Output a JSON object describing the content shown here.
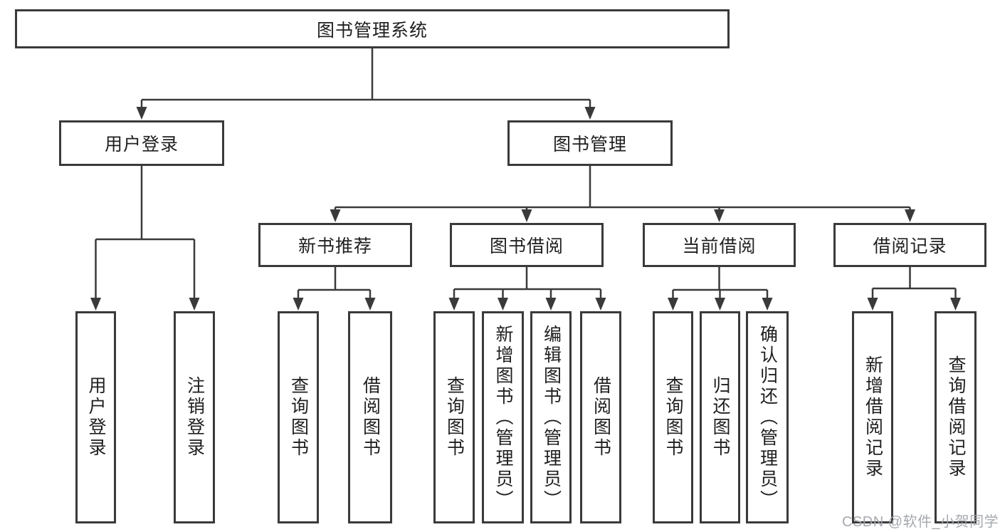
{
  "diagram_title": "图书管理系统",
  "tree": {
    "root": "图书管理系统",
    "children": [
      {
        "label": "用户登录",
        "children": [
          "用户登录",
          "注销登录"
        ]
      },
      {
        "label": "图书管理",
        "children": [
          {
            "label": "新书推荐",
            "children": [
              "查询图书",
              "借阅图书"
            ]
          },
          {
            "label": "图书借阅",
            "children": [
              "查询图书",
              "新增图书（管理员）",
              "编辑图书（管理员）",
              "借阅图书"
            ]
          },
          {
            "label": "当前借阅",
            "children": [
              "查询图书",
              "归还图书",
              "确认归还（管理员）"
            ]
          },
          {
            "label": "借阅记录",
            "children": [
              "新增借阅记录",
              "查询借阅记录"
            ]
          }
        ]
      }
    ]
  },
  "watermark": "CSDN @软件_小贺同学",
  "colors": {
    "line": "#3a3a3a",
    "box_border": "#3a3a3a",
    "text": "#1f1f1f",
    "background": "#ffffff",
    "watermark": "#a0a4aa"
  }
}
